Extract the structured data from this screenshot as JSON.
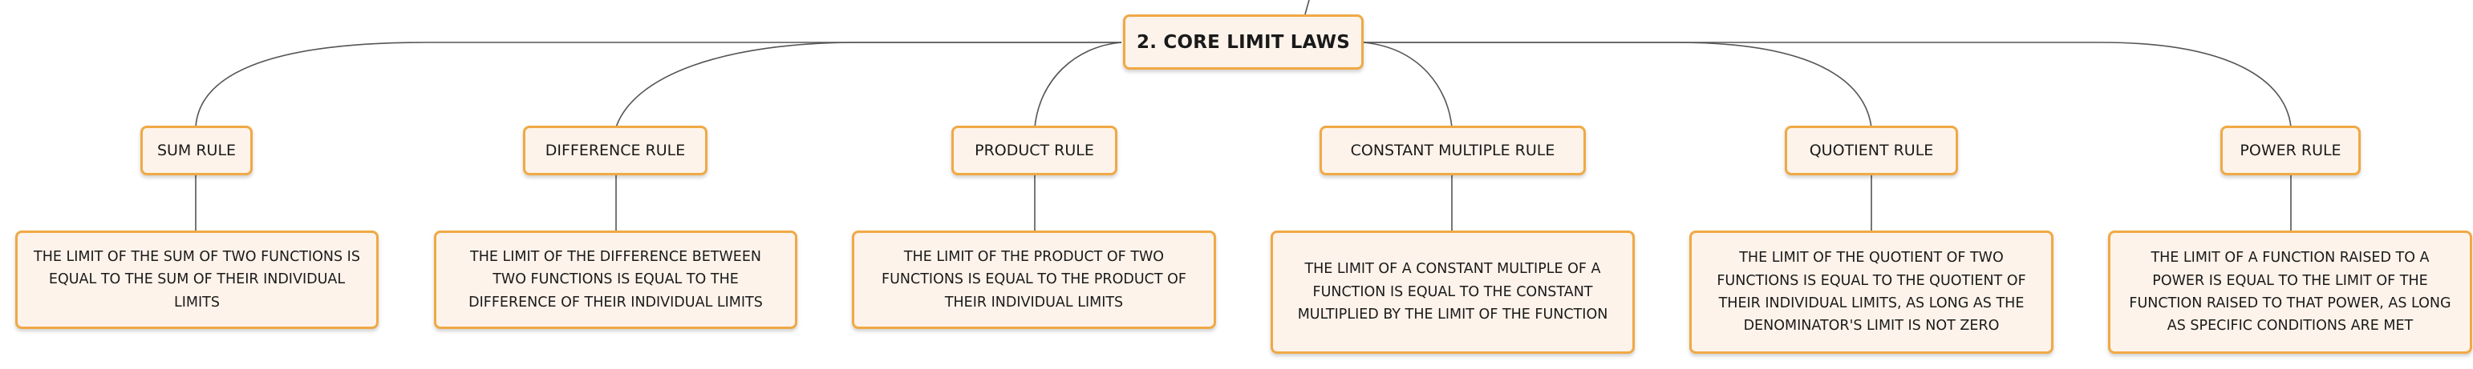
{
  "root": {
    "label": "2. CORE LIMIT LAWS"
  },
  "rules": [
    {
      "label": "SUM RULE",
      "description": "THE LIMIT OF THE SUM OF TWO FUNCTIONS IS EQUAL TO THE SUM OF THEIR INDIVIDUAL LIMITS"
    },
    {
      "label": "DIFFERENCE RULE",
      "description": "THE LIMIT OF THE DIFFERENCE BETWEEN TWO FUNCTIONS IS EQUAL TO THE DIFFERENCE OF THEIR INDIVIDUAL LIMITS"
    },
    {
      "label": "PRODUCT RULE",
      "description": "THE LIMIT OF THE PRODUCT OF TWO FUNCTIONS IS EQUAL TO THE PRODUCT OF THEIR INDIVIDUAL LIMITS"
    },
    {
      "label": "CONSTANT MULTIPLE RULE",
      "description": "THE LIMIT OF A CONSTANT MULTIPLE OF A FUNCTION IS EQUAL TO THE CONSTANT MULTIPLIED BY THE LIMIT OF THE FUNCTION"
    },
    {
      "label": "QUOTIENT RULE",
      "description": "THE LIMIT OF THE QUOTIENT OF TWO FUNCTIONS IS EQUAL TO THE QUOTIENT OF THEIR INDIVIDUAL LIMITS, AS LONG AS THE DENOMINATOR'S LIMIT IS NOT ZERO"
    },
    {
      "label": "POWER RULE",
      "description": "THE LIMIT OF A FUNCTION RAISED TO A POWER IS EQUAL TO THE LIMIT OF THE FUNCTION RAISED TO THAT POWER, AS LONG AS SPECIFIC CONDITIONS ARE MET"
    }
  ]
}
